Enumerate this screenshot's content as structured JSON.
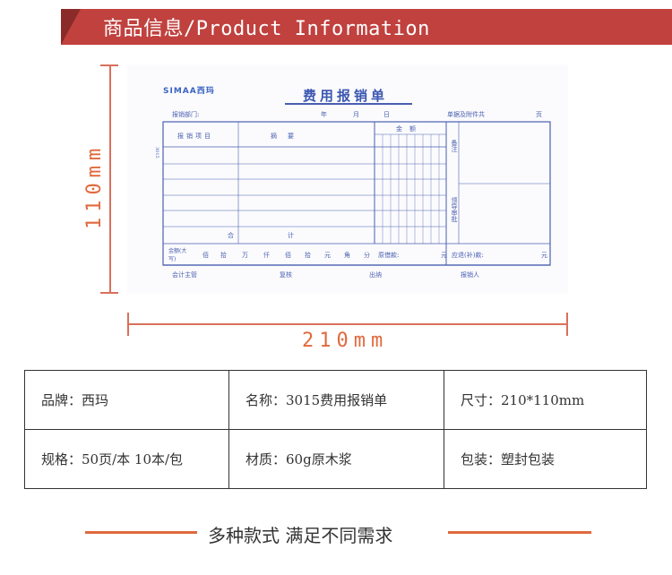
{
  "header": {
    "title": "商品信息/Product Information"
  },
  "form": {
    "brand": "SIMAA西玛",
    "title": "费用报销单",
    "dept_label": "报销部门:",
    "date_labels": [
      "年",
      "月",
      "日"
    ],
    "attachment_label": "单据及附件共",
    "attachment_unit": "页",
    "col_item": "报销项目",
    "col_desc": "摘要",
    "col_amount": "金额",
    "col_note": "备注",
    "approval_label": "领导审批",
    "total_label": "合计",
    "amount_caps_label": "金额(大写)",
    "amount_units": [
      "佰",
      "拾",
      "万",
      "仟",
      "佰",
      "拾",
      "元",
      "角",
      "分"
    ],
    "original_loan_label": "原借款:",
    "refund_label": "应退(补)款:",
    "yuan": "元",
    "signatures": [
      "会计主管",
      "复核",
      "出纳",
      "报销人"
    ],
    "side_code": "3015"
  },
  "dimensions": {
    "width_label": "210mm",
    "height_label": "110mm"
  },
  "specs": {
    "rows": [
      [
        "品牌：西玛",
        "名称：3015费用报销单",
        "尺寸：210*110mm"
      ],
      [
        "规格：50页/本 10本/包",
        "材质：60g原木浆",
        "包装：塑封包装"
      ]
    ]
  },
  "footer": {
    "text": "多种款式 满足不同需求"
  },
  "colors": {
    "banner": "#c0413e",
    "accent": "#e06a3d",
    "form_blue": "#4a5fb0"
  }
}
